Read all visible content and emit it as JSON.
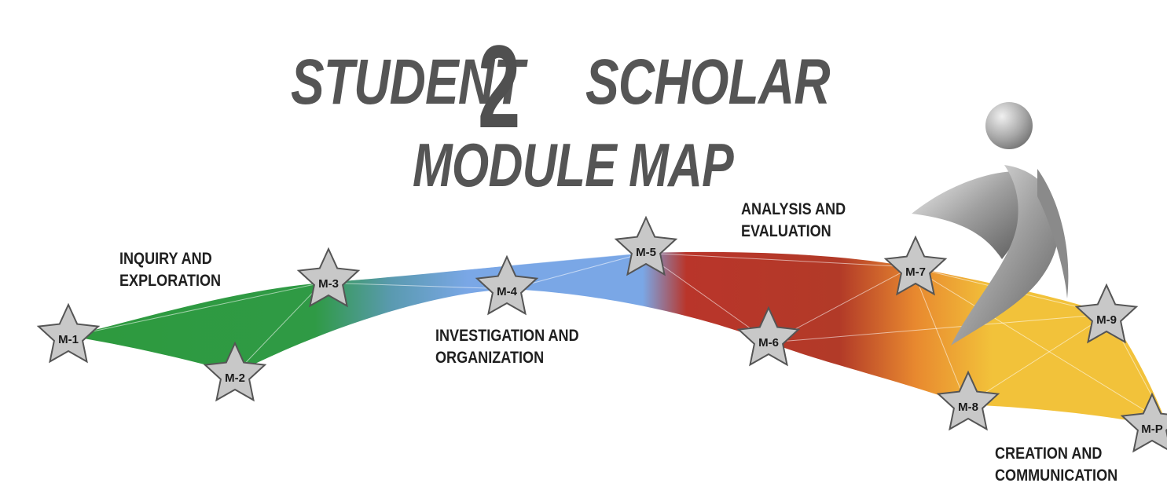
{
  "header": {
    "title_part1": "STUDENT",
    "title_number": "2",
    "title_part2": "SCHOLAR",
    "subtitle": "MODULE MAP"
  },
  "phases": [
    {
      "line1": "INQUIRY AND",
      "line2": "EXPLORATION",
      "color": "#2e9a3e"
    },
    {
      "line1": "INVESTIGATION AND",
      "line2": "ORGANIZATION",
      "color": "#7aa7e6"
    },
    {
      "line1": "ANALYSIS AND",
      "line2": "EVALUATION",
      "color": "#b9352a"
    },
    {
      "line1": "CREATION AND",
      "line2": "COMMUNICATION",
      "color": "#f2c23a"
    }
  ],
  "modules": [
    "M-1",
    "M-2",
    "M-3",
    "M-4",
    "M-5",
    "M-6",
    "M-7",
    "M-8",
    "M-9",
    "M-P"
  ],
  "colors": {
    "title": "#555555",
    "star_fill": "#c8c8c8",
    "star_stroke": "#555555",
    "figure": "#9a9a9a"
  }
}
